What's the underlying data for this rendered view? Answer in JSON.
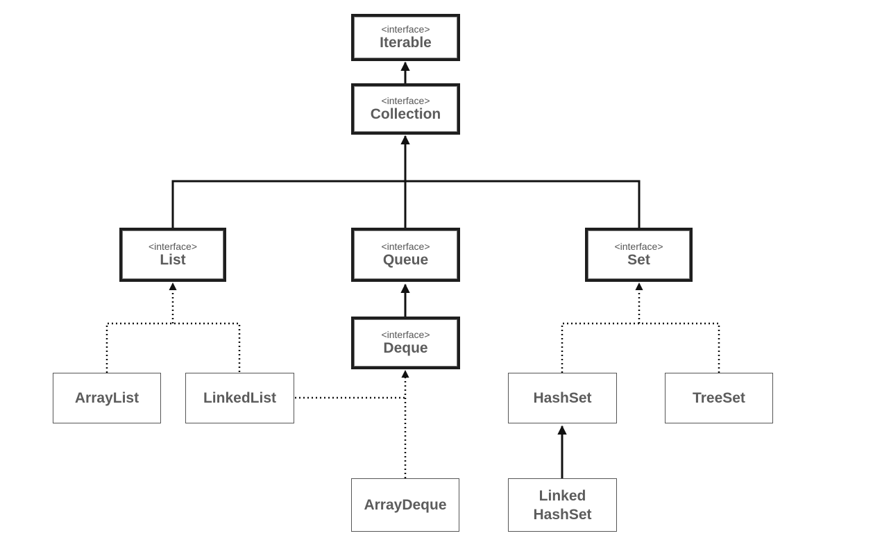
{
  "nodes": {
    "iterable": {
      "stereotype": "<interface>",
      "name": "Iterable"
    },
    "collection": {
      "stereotype": "<interface>",
      "name": "Collection"
    },
    "list": {
      "stereotype": "<interface>",
      "name": "List"
    },
    "queue": {
      "stereotype": "<interface>",
      "name": "Queue"
    },
    "set": {
      "stereotype": "<interface>",
      "name": "Set"
    },
    "deque": {
      "stereotype": "<interface>",
      "name": "Deque"
    },
    "arraylist": {
      "name": "ArrayList"
    },
    "linkedlist": {
      "name": "LinkedList"
    },
    "arraydeque": {
      "name": "ArrayDeque"
    },
    "hashset": {
      "name": "HashSet"
    },
    "treeset": {
      "name": "TreeSet"
    },
    "linkedhashset": {
      "name_line1": "Linked",
      "name_line2": "HashSet"
    }
  }
}
